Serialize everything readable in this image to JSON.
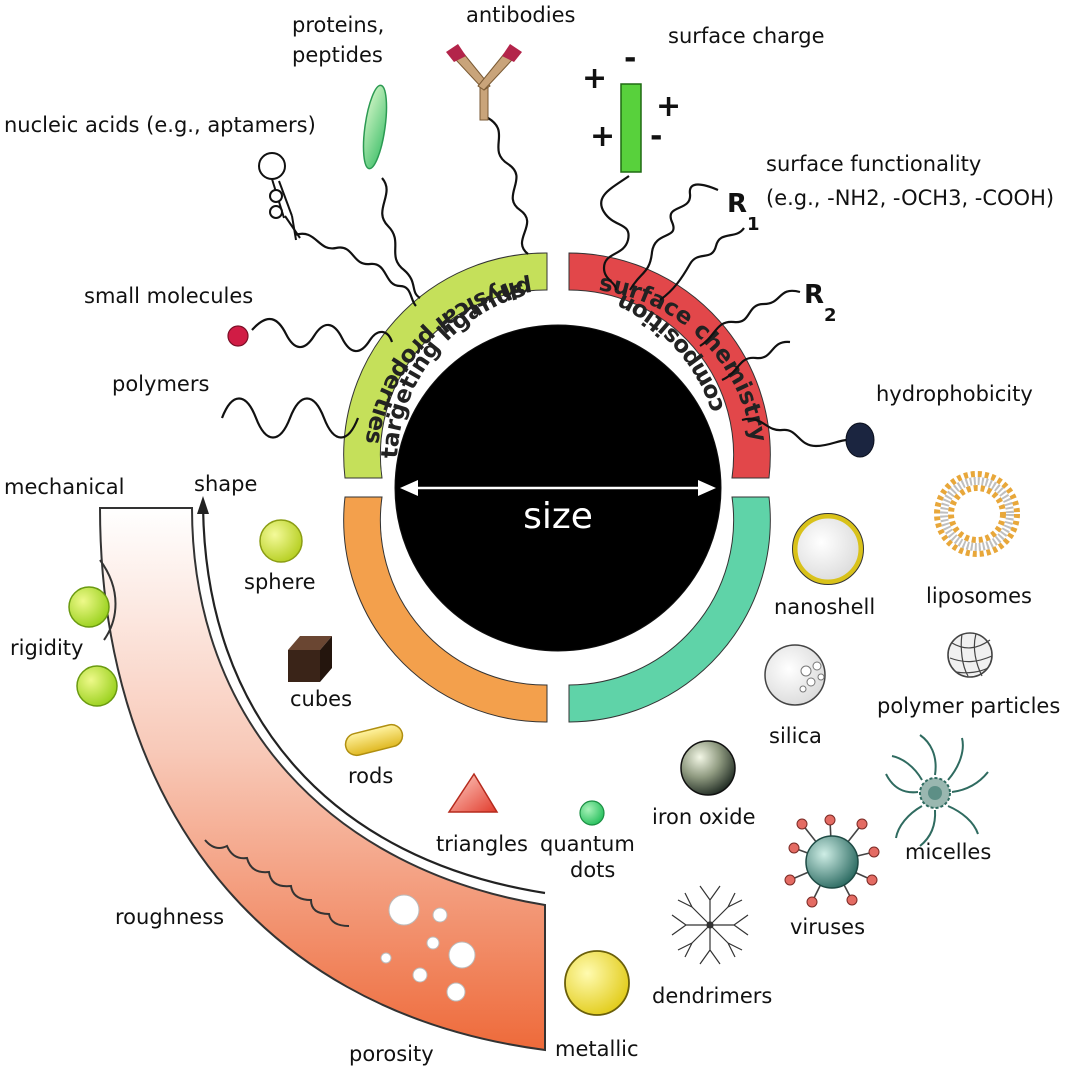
{
  "center": {
    "size_label": "size",
    "quadrants": {
      "targeting_ligands": "targeting ligands",
      "surface_chemistry": "surface chemistry",
      "physical_properties": "physical properties",
      "composition": "composition"
    }
  },
  "ligands": {
    "nucleic_acids": "nucleic acids (e.g., aptamers)",
    "proteins_line1": "proteins,",
    "proteins_line2": "peptides",
    "antibodies": "antibodies",
    "small_molecules": "small molecules",
    "polymers": "polymers"
  },
  "surface": {
    "surface_charge": "surface charge",
    "functionality_line1": "surface functionality",
    "functionality_line2": "(e.g., -NH2, -OCH3, -COOH)",
    "r1": "R",
    "r1_sub": "1",
    "r2": "R",
    "r2_sub": "2",
    "hydrophobicity": "hydrophobicity",
    "plus": "+",
    "minus": "-"
  },
  "physical": {
    "mechanical": "mechanical",
    "shape": "shape",
    "rigidity": "rigidity",
    "roughness": "roughness",
    "porosity": "porosity",
    "sphere": "sphere",
    "cubes": "cubes",
    "rods": "rods",
    "triangles": "triangles",
    "quantum_line1": "quantum",
    "quantum_line2": "dots"
  },
  "composition": {
    "nanoshell": "nanoshell",
    "liposomes": "liposomes",
    "silica": "silica",
    "polymer_particles": "polymer particles",
    "iron_oxide": "iron oxide",
    "micelles": "micelles",
    "viruses": "viruses",
    "dendrimers": "dendrimers",
    "metallic": "metallic"
  },
  "colors": {
    "targeting": "#c5e05a",
    "surface": "#e2474a",
    "physical": "#f3a04c",
    "composition": "#5fd3a8",
    "core": "#000000"
  }
}
